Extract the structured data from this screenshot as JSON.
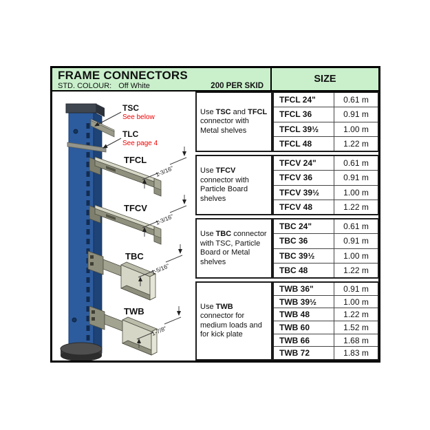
{
  "header": {
    "title": "FRAME CONNECTORS",
    "std_colour_label": "STD. COLOUR:",
    "std_colour_value": "Off White",
    "per_skid": "200 PER SKID",
    "size_label": "SIZE"
  },
  "colors": {
    "header_bg": "#c9f0cb",
    "post_blue": "#2d5c9e",
    "post_blue_dark": "#1d4377",
    "connector_gray": "#90907e",
    "connector_light": "#d8d8c8",
    "note_red": "#f00000"
  },
  "illustration": {
    "callouts": [
      {
        "label": "TSC",
        "note": "See below"
      },
      {
        "label": "TLC",
        "note": "See page 4"
      }
    ],
    "connectors": [
      {
        "label": "TFCL",
        "dimension": "1-3/16\""
      },
      {
        "label": "TFCV",
        "dimension": "1-3/16\""
      },
      {
        "label": "TBC",
        "dimension": "1-5/16\""
      },
      {
        "label": "TWB",
        "dimension": "1-7/8\""
      }
    ]
  },
  "groups": [
    {
      "description": [
        {
          "t": "Use ",
          "b": false
        },
        {
          "t": "TSC",
          "b": true
        },
        {
          "t": " and ",
          "b": false
        },
        {
          "t": "TFCL",
          "b": true
        },
        {
          "t": " connector with Metal shelves",
          "b": false
        }
      ],
      "rows": [
        [
          "TFCL 24\"",
          "0.61 m"
        ],
        [
          "TFCL 36",
          "0.91 m"
        ],
        [
          "TFCL 39½",
          "1.00 m"
        ],
        [
          "TFCL 48",
          "1.22 m"
        ]
      ]
    },
    {
      "description": [
        {
          "t": "Use ",
          "b": false
        },
        {
          "t": "TFCV",
          "b": true
        },
        {
          "t": " connector with Particle Board shelves",
          "b": false
        }
      ],
      "rows": [
        [
          "TFCV 24\"",
          "0.61 m"
        ],
        [
          "TFCV 36",
          "0.91 m"
        ],
        [
          "TFCV 39½",
          "1.00 m"
        ],
        [
          "TFCV 48",
          "1.22 m"
        ]
      ]
    },
    {
      "description": [
        {
          "t": "Use ",
          "b": false
        },
        {
          "t": "TBC",
          "b": true
        },
        {
          "t": " connector with TSC, Particle Board or Metal shelves",
          "b": false
        }
      ],
      "rows": [
        [
          "TBC 24\"",
          "0.61 m"
        ],
        [
          "TBC 36",
          "0.91 m"
        ],
        [
          "TBC 39½",
          "1.00 m"
        ],
        [
          "TBC 48",
          "1.22 m"
        ]
      ]
    },
    {
      "description": [
        {
          "t": "Use ",
          "b": false
        },
        {
          "t": "TWB",
          "b": true
        },
        {
          "t": " connector for medium loads and for kick plate",
          "b": false
        }
      ],
      "rows": [
        [
          "TWB 36\"",
          "0.91 m"
        ],
        [
          "TWB 39½",
          "1.00 m"
        ],
        [
          "TWB 48",
          "1.22 m"
        ],
        [
          "TWB 60",
          "1.52 m"
        ],
        [
          "TWB 66",
          "1.68 m"
        ],
        [
          "TWB 72",
          "1.83 m"
        ]
      ]
    }
  ]
}
